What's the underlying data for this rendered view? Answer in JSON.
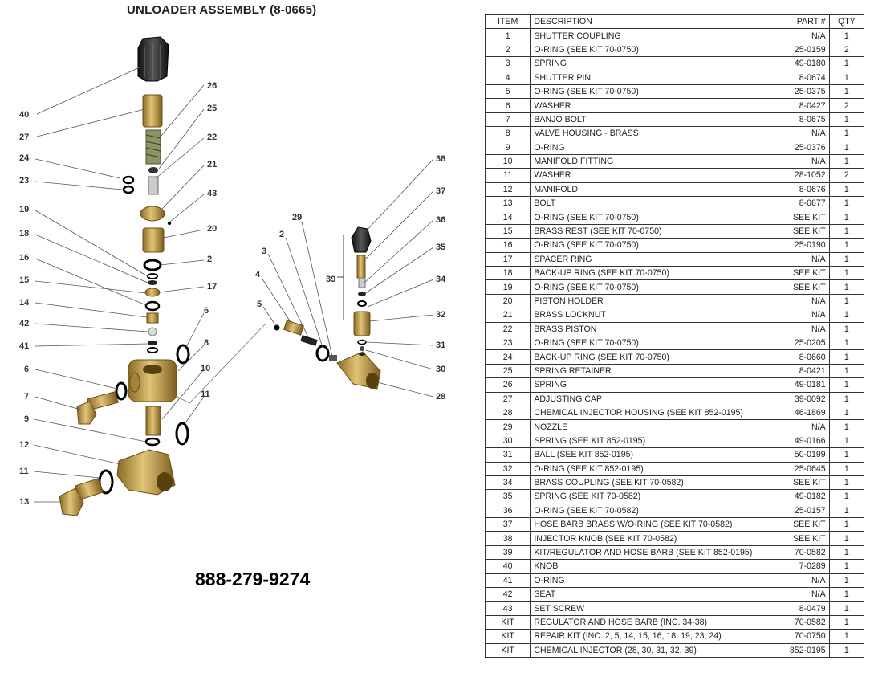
{
  "title": "UNLOADER ASSEMBLY (8-0665)",
  "phone": "888-279-9274",
  "table": {
    "headers": {
      "item": "ITEM",
      "description": "DESCRIPTION",
      "part": "PART #",
      "qty": "QTY"
    },
    "rows": [
      {
        "item": "1",
        "description": "SHUTTER COUPLING",
        "part": "N/A",
        "qty": "1"
      },
      {
        "item": "2",
        "description": "O-RING (SEE KIT 70-0750)",
        "part": "25-0159",
        "qty": "2"
      },
      {
        "item": "3",
        "description": "SPRING",
        "part": "49-0180",
        "qty": "1"
      },
      {
        "item": "4",
        "description": "SHUTTER PIN",
        "part": "8-0674",
        "qty": "1"
      },
      {
        "item": "5",
        "description": "O-RING (SEE KIT 70-0750)",
        "part": "25-0375",
        "qty": "1"
      },
      {
        "item": "6",
        "description": "WASHER",
        "part": "8-0427",
        "qty": "2"
      },
      {
        "item": "7",
        "description": "BANJO BOLT",
        "part": "8-0675",
        "qty": "1"
      },
      {
        "item": "8",
        "description": "VALVE HOUSING - BRASS",
        "part": "N/A",
        "qty": "1"
      },
      {
        "item": "9",
        "description": "O-RING",
        "part": "25-0376",
        "qty": "1"
      },
      {
        "item": "10",
        "description": "MANIFOLD FITTING",
        "part": "N/A",
        "qty": "1"
      },
      {
        "item": "11",
        "description": "WASHER",
        "part": "28-1052",
        "qty": "2"
      },
      {
        "item": "12",
        "description": "MANIFOLD",
        "part": "8-0676",
        "qty": "1"
      },
      {
        "item": "13",
        "description": "BOLT",
        "part": "8-0677",
        "qty": "1"
      },
      {
        "item": "14",
        "description": "O-RING (SEE KIT 70-0750)",
        "part": "SEE KIT",
        "qty": "1"
      },
      {
        "item": "15",
        "description": "BRASS REST (SEE KIT 70-0750)",
        "part": "SEE KIT",
        "qty": "1"
      },
      {
        "item": "16",
        "description": "O-RING (SEE KIT 70-0750)",
        "part": "25-0190",
        "qty": "1"
      },
      {
        "item": "17",
        "description": "SPACER RING",
        "part": "N/A",
        "qty": "1"
      },
      {
        "item": "18",
        "description": "BACK-UP RING  (SEE KIT 70-0750)",
        "part": "SEE KIT",
        "qty": "1"
      },
      {
        "item": "19",
        "description": "O-RING (SEE KIT 70-0750)",
        "part": "SEE KIT",
        "qty": "1"
      },
      {
        "item": "20",
        "description": "PISTON HOLDER",
        "part": "N/A",
        "qty": "1"
      },
      {
        "item": "21",
        "description": "BRASS LOCKNUT",
        "part": "N/A",
        "qty": "1"
      },
      {
        "item": "22",
        "description": "BRASS PISTON",
        "part": "N/A",
        "qty": "1"
      },
      {
        "item": "23",
        "description": "O-RING (SEE KIT 70-0750)",
        "part": "25-0205",
        "qty": "1"
      },
      {
        "item": "24",
        "description": "BACK-UP RING  (SEE KIT 70-0750)",
        "part": "8-0660",
        "qty": "1"
      },
      {
        "item": "25",
        "description": "SPRING RETAINER",
        "part": "8-0421",
        "qty": "1"
      },
      {
        "item": "26",
        "description": "SPRING",
        "part": "49-0181",
        "qty": "1"
      },
      {
        "item": "27",
        "description": "ADJUSTING CAP",
        "part": "39-0092",
        "qty": "1"
      },
      {
        "item": "28",
        "description": "CHEMICAL INJECTOR HOUSING (SEE KIT 852-0195)",
        "part": "46-1869",
        "qty": "1"
      },
      {
        "item": "29",
        "description": "NOZZLE",
        "part": "N/A",
        "qty": "1"
      },
      {
        "item": "30",
        "description": "SPRING (SEE KIT 852-0195)",
        "part": "49-0166",
        "qty": "1"
      },
      {
        "item": "31",
        "description": "BALL (SEE KIT 852-0195)",
        "part": "50-0199",
        "qty": "1"
      },
      {
        "item": "32",
        "description": "O-RING (SEE KIT 852-0195)",
        "part": "25-0645",
        "qty": "1"
      },
      {
        "item": "34",
        "description": "BRASS COUPLING (SEE KIT 70-0582)",
        "part": "SEE KIT",
        "qty": "1"
      },
      {
        "item": "35",
        "description": "SPRING  (SEE KIT 70-0582)",
        "part": "49-0182",
        "qty": "1"
      },
      {
        "item": "36",
        "description": "O-RING (SEE KIT 70-0582)",
        "part": "25-0157",
        "qty": "1"
      },
      {
        "item": "37",
        "description": "HOSE BARB BRASS W/O-RING (SEE KIT 70-0582)",
        "part": "SEE KIT",
        "qty": "1"
      },
      {
        "item": "38",
        "description": "INJECTOR KNOB (SEE KIT 70-0582)",
        "part": "SEE KIT",
        "qty": "1"
      },
      {
        "item": "39",
        "description": "KIT/REGULATOR AND HOSE BARB (SEE KIT 852-0195)",
        "part": "70-0582",
        "qty": "1"
      },
      {
        "item": "40",
        "description": "KNOB",
        "part": "7-0289",
        "qty": "1"
      },
      {
        "item": "41",
        "description": "O-RING",
        "part": "N/A",
        "qty": "1"
      },
      {
        "item": "42",
        "description": "SEAT",
        "part": "N/A",
        "qty": "1"
      },
      {
        "item": "43",
        "description": "SET SCREW",
        "part": "8-0479",
        "qty": "1"
      },
      {
        "item": "KIT",
        "description": "REGULATOR AND HOSE BARB (INC. 34-38)",
        "part": "70-0582",
        "qty": "1"
      },
      {
        "item": "KIT",
        "description": "REPAIR KIT (INC. 2, 5, 14, 15, 16, 18, 19, 23, 24)",
        "part": "70-0750",
        "qty": "1"
      },
      {
        "item": "KIT",
        "description": "CHEMICAL INJECTOR (28, 30, 31, 32, 39)",
        "part": "852-0195",
        "qty": "1"
      }
    ]
  },
  "diagram_callouts": {
    "left": [
      "40",
      "27",
      "24",
      "23",
      "19",
      "18",
      "16",
      "15",
      "14",
      "42",
      "41",
      "6",
      "7",
      "9",
      "12",
      "11",
      "13"
    ],
    "middle": [
      "26",
      "25",
      "22",
      "21",
      "43",
      "20",
      "2",
      "17",
      "6",
      "8",
      "10",
      "11"
    ],
    "injector": [
      "29",
      "2",
      "3",
      "4",
      "5",
      "39"
    ],
    "right": [
      "38",
      "37",
      "36",
      "35",
      "34",
      "32",
      "31",
      "30",
      "28"
    ]
  },
  "colors": {
    "brass": "#c9a24f",
    "brass_dark": "#8a6a25",
    "black_part": "#2a2a2a"
  }
}
